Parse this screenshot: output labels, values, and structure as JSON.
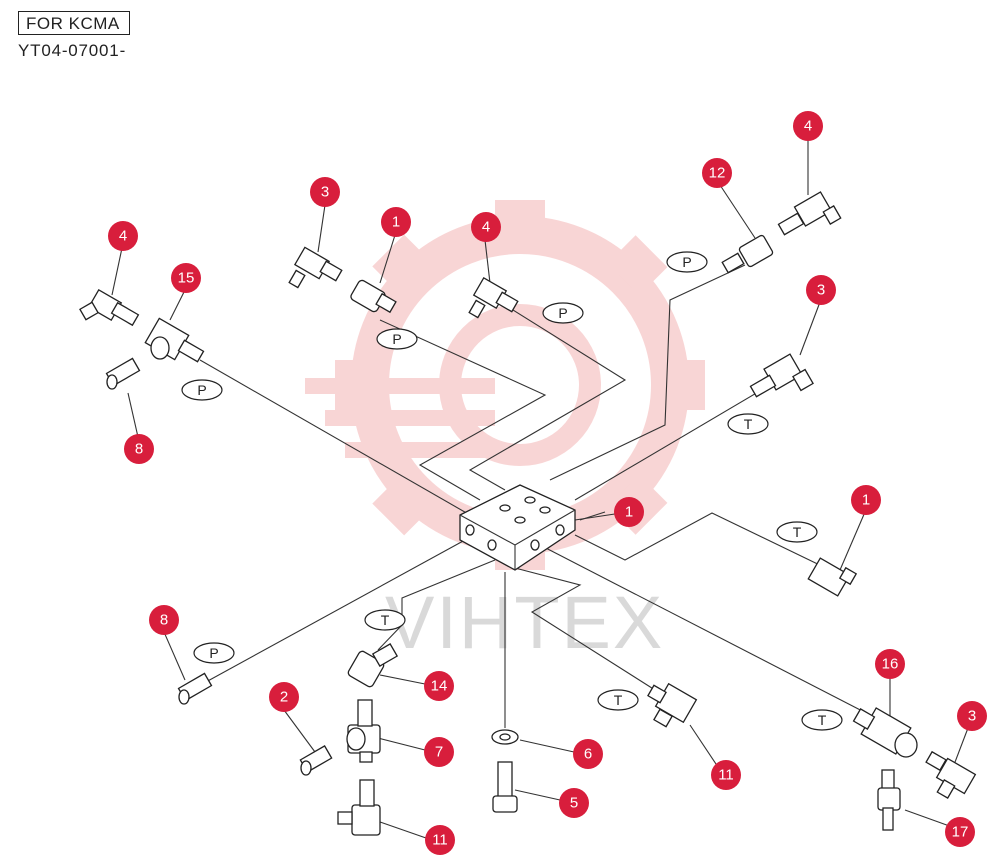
{
  "header": {
    "title": "FOR KCMA",
    "code": "YT04-07001-"
  },
  "watermark": {
    "text": "VIHTEX",
    "gear_color": "#f7c8c8"
  },
  "colors": {
    "callout": "#d81e3c",
    "line": "#333333"
  },
  "callouts": [
    {
      "id": "c1",
      "label": "3"
    },
    {
      "id": "c2",
      "label": "1"
    },
    {
      "id": "c3",
      "label": "4"
    },
    {
      "id": "c4",
      "label": "12"
    },
    {
      "id": "c5",
      "label": "4"
    },
    {
      "id": "c6",
      "label": "4"
    },
    {
      "id": "c7",
      "label": "15"
    },
    {
      "id": "c8",
      "label": "8"
    },
    {
      "id": "c9",
      "label": "3"
    },
    {
      "id": "c10",
      "label": "1"
    },
    {
      "id": "c11",
      "label": "1"
    },
    {
      "id": "c12",
      "label": "8"
    },
    {
      "id": "c13",
      "label": "14"
    },
    {
      "id": "c14",
      "label": "2"
    },
    {
      "id": "c15",
      "label": "7"
    },
    {
      "id": "c16",
      "label": "6"
    },
    {
      "id": "c17",
      "label": "5"
    },
    {
      "id": "c18",
      "label": "11"
    },
    {
      "id": "c19",
      "label": "11"
    },
    {
      "id": "c20",
      "label": "16"
    },
    {
      "id": "c21",
      "label": "3"
    },
    {
      "id": "c22",
      "label": "17"
    }
  ],
  "ports": [
    {
      "id": "p1",
      "label": "P"
    },
    {
      "id": "p2",
      "label": "P"
    },
    {
      "id": "p3",
      "label": "P"
    },
    {
      "id": "p4",
      "label": "P"
    },
    {
      "id": "p5",
      "label": "T"
    },
    {
      "id": "p6",
      "label": "T"
    },
    {
      "id": "p7",
      "label": "T"
    },
    {
      "id": "p8",
      "label": "P"
    },
    {
      "id": "p9",
      "label": "T"
    },
    {
      "id": "p10",
      "label": "T"
    }
  ]
}
